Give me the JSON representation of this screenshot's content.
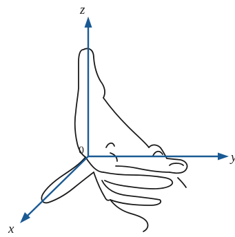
{
  "figure": {
    "labels": {
      "z": "z",
      "y": "y",
      "x": "x",
      "origin": "0"
    },
    "colors": {
      "axis": "#1a5a94",
      "outline": "#1a1a1a",
      "background": "#ffffff"
    },
    "icons": {
      "hand": "right-hand-rule-icon"
    }
  }
}
